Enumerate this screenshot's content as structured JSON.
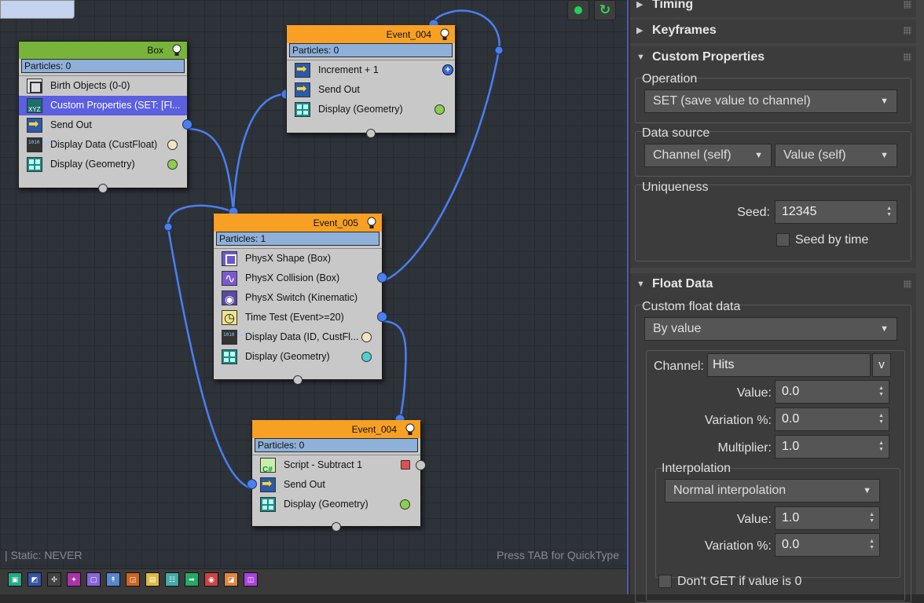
{
  "canvas": {
    "status_text": "| Static: NEVER",
    "hint_text": "Press TAB for QuickType"
  },
  "nodes": {
    "box": {
      "title": "Box",
      "particles": "Particles: 0",
      "rows": [
        "Birth Objects (0-0)",
        "Custom Properties (SET: [Fl...",
        "Send Out",
        "Display Data (CustFloat)",
        "Display (Geometry)"
      ]
    },
    "event_004_top": {
      "title": "Event_004",
      "particles": "Particles: 0",
      "rows": [
        "Increment + 1",
        "Send Out",
        "Display (Geometry)"
      ]
    },
    "event_005": {
      "title": "Event_005",
      "particles": "Particles: 1",
      "rows": [
        "PhysX Shape (Box)",
        "PhysX Collision (Box)",
        "PhysX Switch (Kinematic)",
        "Time Test (Event>=20)",
        "Display Data (ID, CustFl...",
        "Display (Geometry)"
      ]
    },
    "event_004_bottom": {
      "title": "Event_004",
      "particles": "Particles: 0",
      "rows": [
        "Script - Subtract 1",
        "Send Out",
        "Display (Geometry)"
      ]
    }
  },
  "panel": {
    "rollouts": {
      "timing": "Timing",
      "keyframes": "Keyframes",
      "custom_properties": "Custom Properties",
      "float_data": "Float Data"
    },
    "operation": {
      "label": "Operation",
      "value": "SET (save value to channel)"
    },
    "data_source": {
      "label": "Data source",
      "channel": "Channel (self)",
      "value": "Value (self)"
    },
    "uniqueness": {
      "label": "Uniqueness",
      "seed_label": "Seed:",
      "seed_value": "12345",
      "seed_by_time": "Seed by time"
    },
    "float_data": {
      "custom_label": "Custom float data",
      "mode": "By value",
      "channel_label": "Channel:",
      "channel_value": "Hits",
      "channel_btn": "v",
      "value_label": "Value:",
      "value": "0.0",
      "variation_label": "Variation %:",
      "variation": "0.0",
      "multiplier_label": "Multiplier:",
      "multiplier": "1.0",
      "interp_label": "Interpolation",
      "interp_mode": "Normal interpolation",
      "interp_value_label": "Value:",
      "interp_value": "1.0",
      "interp_variation_label": "Variation %:",
      "interp_variation": "0.0",
      "dont_get": "Don't GET if value is 0"
    }
  },
  "colors": {
    "wire": "#4a7ff0",
    "node_orange": "#f8a024",
    "node_green": "#78b43a",
    "selected_row": "#5b5fe0"
  }
}
